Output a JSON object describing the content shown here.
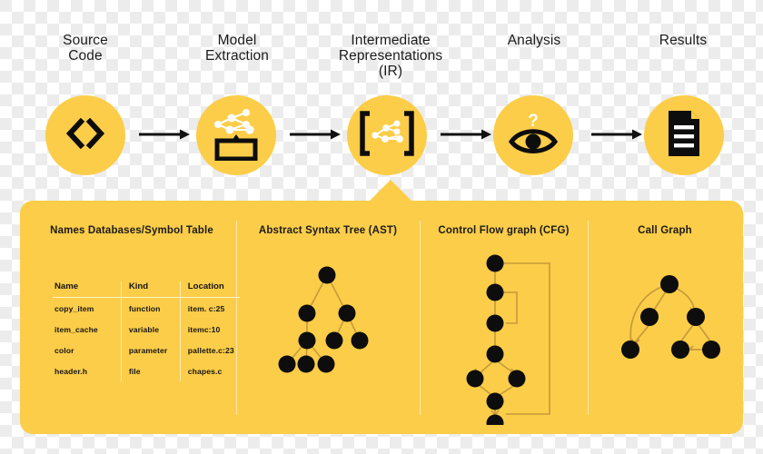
{
  "theme": {
    "accent": "#fccd48",
    "ink": "#121212",
    "node_fill": "#0d0d0d",
    "edge": "#b8903a",
    "panel_divider": "#ffffff"
  },
  "pipeline": {
    "steps": [
      {
        "id": "source-code",
        "label_lines": [
          "Source",
          "Code"
        ],
        "icon": "code-brackets-icon"
      },
      {
        "id": "model-extraction",
        "label_lines": [
          "Model",
          "Extraction"
        ],
        "icon": "model-extraction-icon"
      },
      {
        "id": "intermediate-representations",
        "label_lines": [
          "Intermediate",
          "Representations",
          "(IR)"
        ],
        "icon": "ir-brackets-graph-icon"
      },
      {
        "id": "analysis",
        "label_lines": [
          "Analysis"
        ],
        "icon": "eye-question-icon"
      },
      {
        "id": "results",
        "label_lines": [
          "Results"
        ],
        "icon": "document-icon"
      }
    ],
    "arrow_icon": "arrow-right-icon",
    "arrow_count": 4
  },
  "panel": {
    "columns": [
      {
        "id": "symbol-table",
        "title": "Names Databases/Symbol Table"
      },
      {
        "id": "ast",
        "title": "Abstract Syntax Tree (AST)"
      },
      {
        "id": "cfg",
        "title": "Control Flow graph (CFG)"
      },
      {
        "id": "call-graph",
        "title": "Call Graph"
      }
    ],
    "symbol_table": {
      "headers": [
        "Name",
        "Kind",
        "Location"
      ],
      "rows": [
        [
          "copy_item",
          "function",
          "item. c:25"
        ],
        [
          "item_cache",
          "variable",
          "itemc:10"
        ],
        [
          "color",
          "parameter",
          "pallette.c:23"
        ],
        [
          "header.h",
          "file",
          "chapes.c"
        ]
      ]
    },
    "ast": {
      "nodes": 9,
      "description": "abstract-syntax-tree-graph"
    },
    "cfg": {
      "nodes": 9,
      "description": "control-flow-graph"
    },
    "call_graph": {
      "nodes": 6,
      "description": "call-graph"
    }
  }
}
